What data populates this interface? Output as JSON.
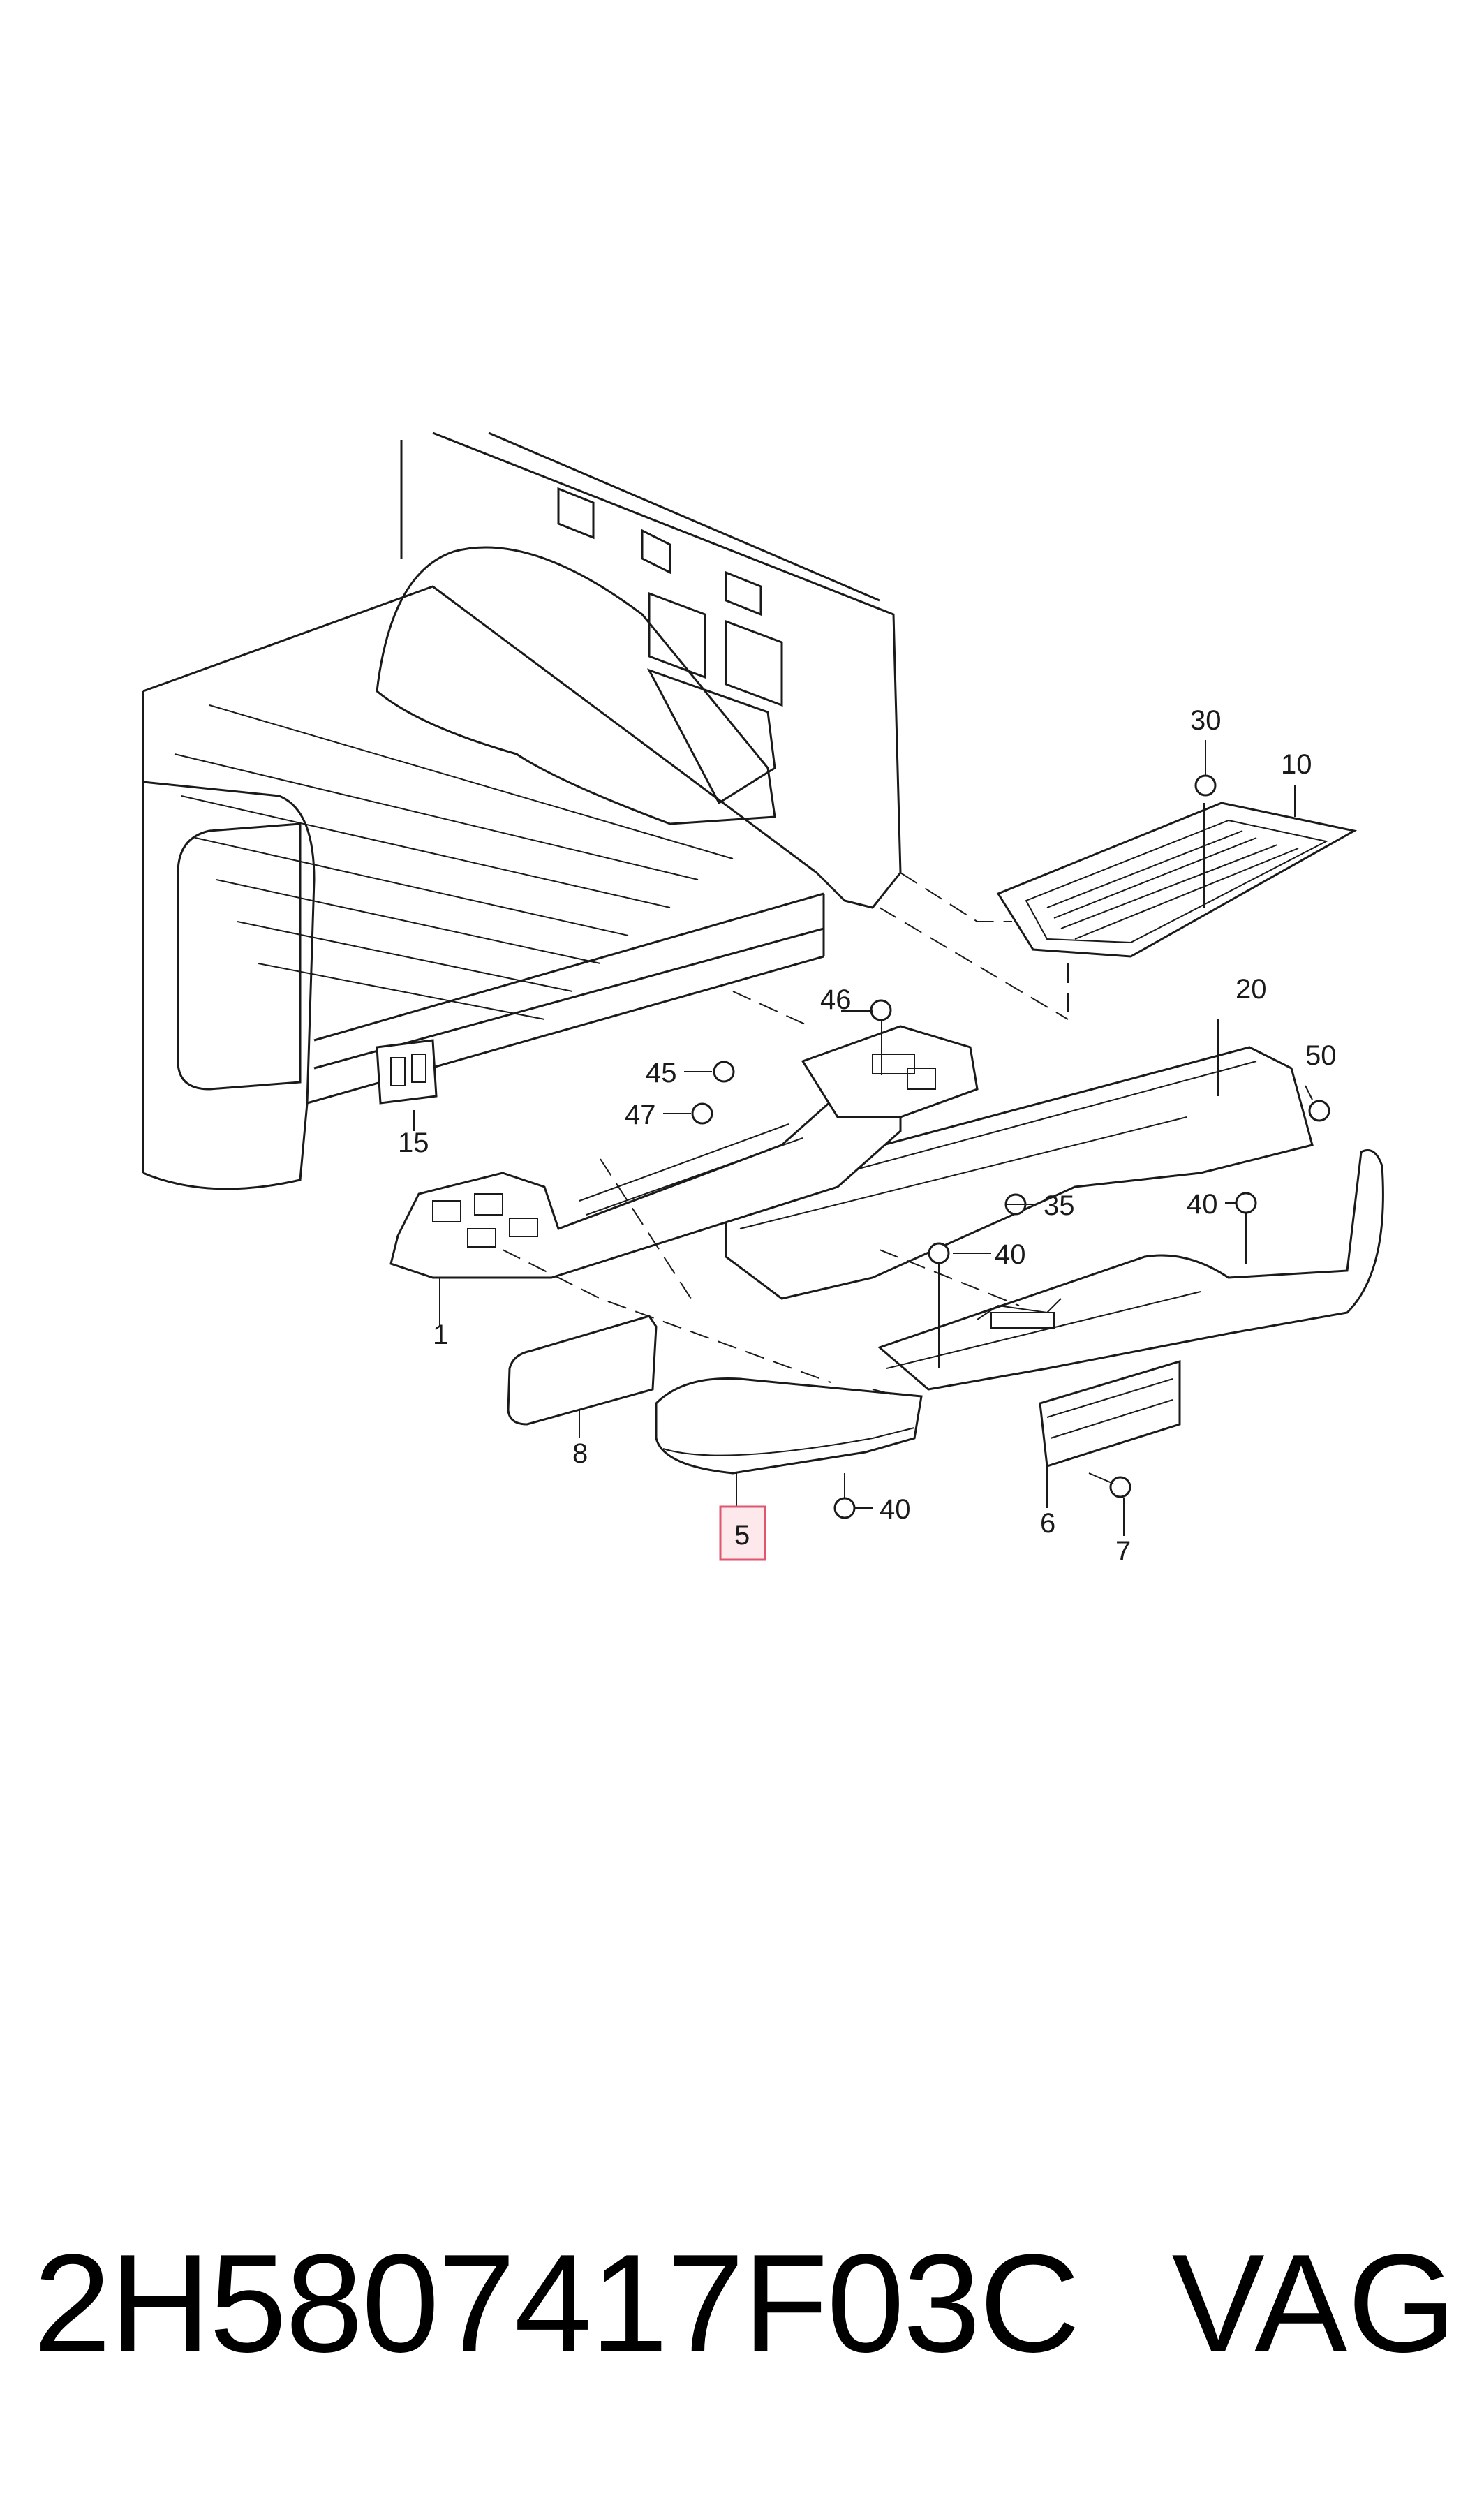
{
  "diagram": {
    "callouts": [
      {
        "id": "c30",
        "label": "30"
      },
      {
        "id": "c10",
        "label": "10"
      },
      {
        "id": "c46",
        "label": "46"
      },
      {
        "id": "c20",
        "label": "20"
      },
      {
        "id": "c45",
        "label": "45"
      },
      {
        "id": "c50",
        "label": "50"
      },
      {
        "id": "c47",
        "label": "47"
      },
      {
        "id": "c15",
        "label": "15"
      },
      {
        "id": "c35",
        "label": "35"
      },
      {
        "id": "c40a",
        "label": "40"
      },
      {
        "id": "c40b",
        "label": "40"
      },
      {
        "id": "c1",
        "label": "1"
      },
      {
        "id": "c8",
        "label": "8"
      },
      {
        "id": "c40c",
        "label": "40"
      },
      {
        "id": "c5",
        "label": "5"
      },
      {
        "id": "c6",
        "label": "6"
      },
      {
        "id": "c7",
        "label": "7"
      }
    ],
    "highlighted_callout": "5",
    "highlight_color": "#e0566f"
  },
  "footer": {
    "part_number": "2H5807417F03C",
    "brand": "VAG"
  }
}
